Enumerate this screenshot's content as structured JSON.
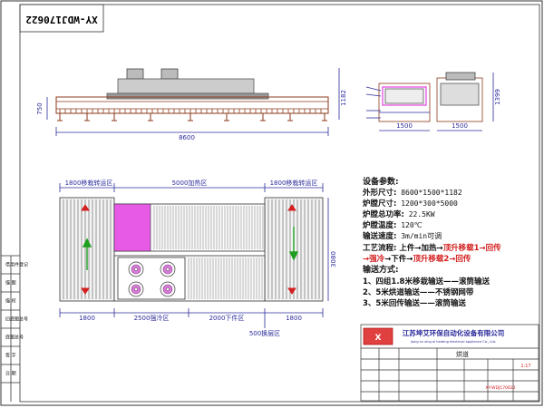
{
  "drawing_no": "XY-WDJ170622",
  "top_view": {
    "overall_length": "8600",
    "height_left": "750",
    "height_right": "1182"
  },
  "end_view": {
    "width_a": "1500",
    "width_b": "1500",
    "height": "1399",
    "callouts": [
      "",
      "",
      "",
      ""
    ]
  },
  "plan_view": {
    "zone_transfer_left": "1800移栽转运区",
    "zone_heating": "5000加热区",
    "zone_transfer_right": "1800移栽转运区",
    "zone_left_bottom": "1800",
    "zone_cooling": "2500强冷区",
    "zone_lower": "2000下件区",
    "zone_right_bottom": "1800",
    "zone_return": "500换层区",
    "width_dim": "3080"
  },
  "specs": {
    "heading": "设备参数:",
    "lines": [
      {
        "label": "外形尺寸:",
        "value": "8600*1500*1182"
      },
      {
        "label": "炉膛尺寸:",
        "value": "1200*300*5000"
      },
      {
        "label": "炉膛总功率:",
        "value": "22.5KW"
      },
      {
        "label": "炉膛温度:",
        "value": "120℃"
      },
      {
        "label": "输送速度:",
        "value": "3m/min可调"
      }
    ]
  },
  "process": {
    "line1": [
      {
        "t": "工艺流程: 上件→加热→",
        "red": false
      },
      {
        "t": "顶升移载1→回传",
        "red": true
      }
    ],
    "line2": [
      {
        "t": "→强冷",
        "red": true
      },
      {
        "t": "→下件→",
        "red": false
      },
      {
        "t": "顶升移载2→回传",
        "red": true
      }
    ]
  },
  "conveying": {
    "heading": "输送方式:",
    "items": [
      "1、四组1.8米移栽输送——滚筒输送",
      "2、5米烘道输送——不锈钢网带",
      "3、5米回传输送——滚筒输送"
    ]
  },
  "title_block": {
    "company_cn": "江苏坤艾环保自动化设备有限公司",
    "company_en": "jiang su xing ai heating electrical appliance Co., Ltd.",
    "product": "烘道",
    "rev": "1:17",
    "note": "XY-WDJ170622"
  },
  "side_labels": [
    "借用件登记",
    "描  图",
    "描  校",
    "旧底图总号",
    "底图总号",
    "签  字",
    "日  期"
  ],
  "colors": {
    "line": "#2b2b9c",
    "red": "#d42020",
    "magenta": "#e040e0",
    "brown": "#8b3a1a",
    "green": "#1e9e1e"
  }
}
